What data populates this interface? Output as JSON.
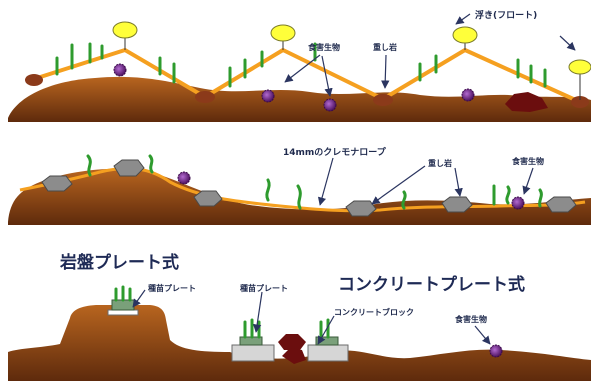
{
  "panel1": {
    "labels": {
      "float": "浮き(フロート)",
      "predator": "食害生物",
      "weight_stone": "重し岩"
    }
  },
  "panel2": {
    "labels": {
      "rope": "14mmのクレモナロープ",
      "weight_stone": "重し岩",
      "predator": "食害生物"
    }
  },
  "panel3": {
    "title_bedrock": "岩盤プレート式",
    "title_concrete": "コンクリートプレート式",
    "labels": {
      "seed_plate_left": "種苗プレート",
      "seed_plate_right": "種苗プレート",
      "concrete_block": "コンクリートブロック",
      "predator": "食害生物"
    }
  },
  "colors": {
    "seabed": "#a0521a",
    "seabed_dark": "#6e3410",
    "rope": "#f5a020",
    "float": "#ffff3a",
    "kelp": "#2e9b2e",
    "predator": "#7a2f8f",
    "stone": "#8c8c8c",
    "anchor": "#8b3a1a",
    "label_text": "#1f2a4d"
  }
}
